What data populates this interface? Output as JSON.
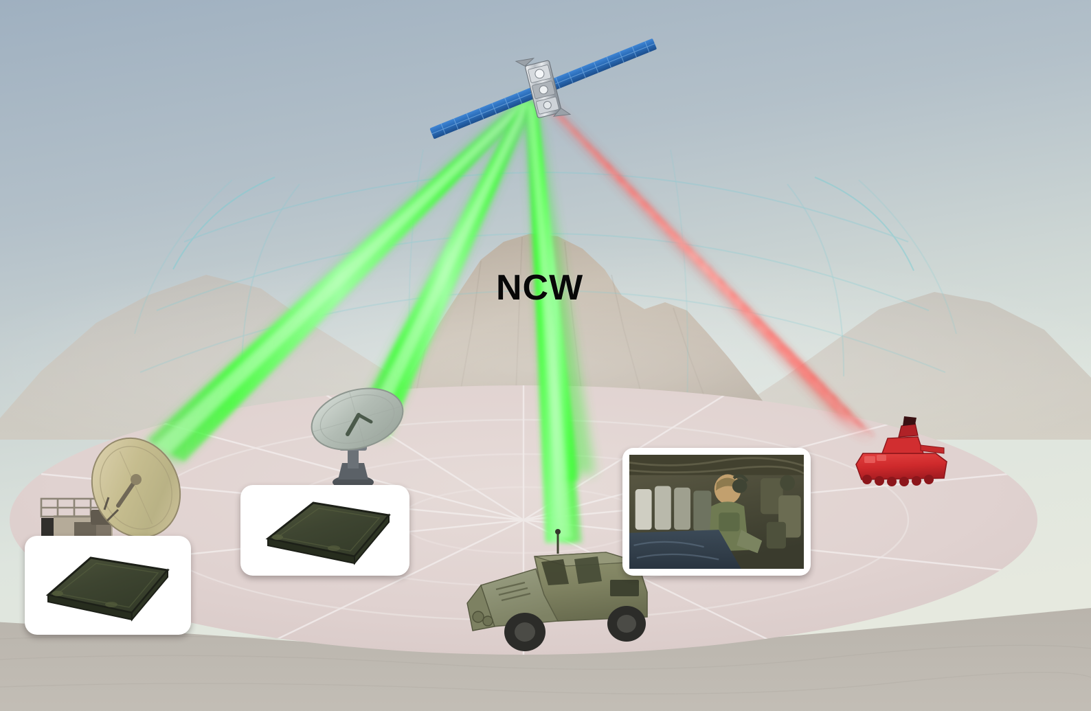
{
  "title": "Network Centric Warfare satellite communications concept diagram",
  "labels": {
    "ncw": "NCW"
  },
  "colors": {
    "sky_top": "#a7b6c4",
    "sky_bottom": "#dfe6e4",
    "mountain": "#bbb0a4",
    "foreground_desert": "#bdb7ae",
    "ground_ellipse": "#e0d2d0",
    "friendly_beam": "#2cf028",
    "hostile_beam": "#f4302f",
    "dome_mesh": "#8fd5d8",
    "satellite_panel": "#2f6fc0",
    "satellite_body": "#c9cdd2",
    "enemy_tank": "#d1262b",
    "humvee": "#7d8063",
    "dish_left": "#c9bc95",
    "dish_center": "#b9c4bd",
    "panel_antenna": "#3f4530",
    "card_bg": "#ffffff"
  },
  "scene": {
    "background": {
      "name": "desert-mountain-sky",
      "sky": "hazy blue-grey gradient sky",
      "mountain": "large tan mesa / mountain ridge across horizon",
      "foreground": "pale grey sand foreground"
    },
    "dome": {
      "name": "network-coverage-dome",
      "description": "faint cyan wireframe hemisphere representing the network coverage volume",
      "latitude_arcs": 3,
      "longitude_lines": 7
    },
    "ground_plane": {
      "name": "battlespace-ellipse",
      "description": "mauve elliptical ground plane with faint white grid",
      "grid_rows": 3,
      "grid_cols": 5
    }
  },
  "nodes": [
    {
      "id": "satellite",
      "name": "communications-satellite",
      "label": "Communications satellite",
      "type": "space-node",
      "panel_count": 2
    },
    {
      "id": "dish-left",
      "name": "large-ground-station-dish",
      "label": "Large ground station dish with shelter",
      "type": "ground-station",
      "link": "friendly"
    },
    {
      "id": "dish-center",
      "name": "transportable-satcom-dish",
      "label": "Transportable SATCOM dish on pedestal",
      "type": "ground-station",
      "link": "friendly"
    },
    {
      "id": "humvee",
      "name": "humvee-vehicle",
      "label": "Tactical wheeled vehicle (HMMWV)",
      "type": "mobile-node",
      "link": "friendly"
    },
    {
      "id": "enemy-tank",
      "name": "enemy-tank",
      "label": "Hostile armored vehicle",
      "type": "threat",
      "link": "hostile"
    }
  ],
  "beams": [
    {
      "id": "beam-1",
      "name": "downlink-beam-dish-left",
      "color": "green",
      "target": "dish-left"
    },
    {
      "id": "beam-2",
      "name": "downlink-beam-dish-center",
      "color": "green",
      "target": "dish-center"
    },
    {
      "id": "beam-3",
      "name": "downlink-beam-command-post",
      "color": "green",
      "target": "command-post"
    },
    {
      "id": "beam-4",
      "name": "downlink-beam-humvee",
      "color": "green",
      "target": "humvee"
    },
    {
      "id": "beam-5",
      "name": "hostile-beam-enemy-tank",
      "color": "red",
      "target": "enemy-tank"
    }
  ],
  "cards": [
    {
      "id": "card-1",
      "name": "flat-panel-antenna-card-left",
      "caption": "",
      "content_type": "product-photo",
      "content_name": "flat-panel-antenna",
      "content_label": "Olive drab low-profile flat panel antenna"
    },
    {
      "id": "card-2",
      "name": "flat-panel-antenna-card-center",
      "caption": "",
      "content_type": "product-photo",
      "content_name": "flat-panel-antenna",
      "content_label": "Olive drab low-profile flat panel antenna"
    },
    {
      "id": "card-3",
      "name": "troops-in-vehicle-photo-card",
      "caption": "",
      "content_type": "photograph",
      "content_name": "soldiers-in-vehicle-interior",
      "content_label": "Soldiers seated inside a military vehicle interior"
    }
  ]
}
